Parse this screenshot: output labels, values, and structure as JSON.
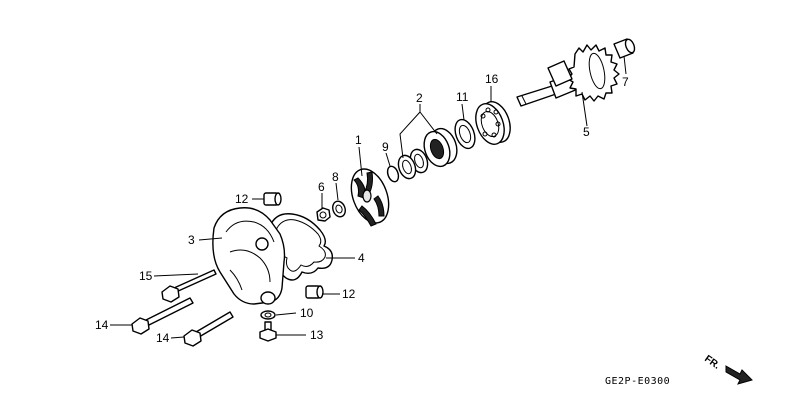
{
  "callouts": {
    "c1": "1",
    "c2": "2",
    "c3": "3",
    "c4": "4",
    "c5": "5",
    "c6": "6",
    "c7": "7",
    "c8": "8",
    "c9": "9",
    "c10": "10",
    "c11": "11",
    "c12a": "12",
    "c12b": "12",
    "c13": "13",
    "c14a": "14",
    "c14b": "14",
    "c15": "15",
    "c16": "16"
  },
  "direction_label": "FR.",
  "diagram_code": "GE2P-E0300",
  "icons": {
    "direction": "forward-arrow-icon"
  }
}
